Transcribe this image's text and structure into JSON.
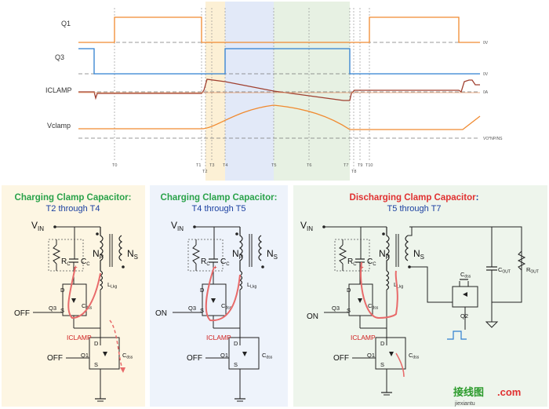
{
  "timing": {
    "signals": [
      "Q1",
      "Q3",
      "ICLAMP",
      "Vclamp"
    ],
    "right_labels": [
      "0V",
      "0V",
      "0A",
      "VO*NP/NS"
    ],
    "time_markers": [
      "T0",
      "T1",
      "T2",
      "T3",
      "T4",
      "T5",
      "T6",
      "T7",
      "T8",
      "T9",
      "T10"
    ]
  },
  "panels": [
    {
      "title": "Charging Clamp Capacitor",
      "title_suffix": ":",
      "subtitle": "T2 through T4",
      "q3_state": "OFF",
      "q1_state": "OFF",
      "title_color": "#2aa24a",
      "background": "#fdf6e3"
    },
    {
      "title": "Charging Clamp Capacitor",
      "title_suffix": ":",
      "subtitle": "T4 through T5",
      "q3_state": "ON",
      "q1_state": "OFF",
      "title_color": "#2aa24a",
      "background": "#eef3fb"
    },
    {
      "title": "Discharging Clamp Capacitor",
      "title_suffix": ":",
      "subtitle": "T5 through T7",
      "q3_state": "ON",
      "q1_state": "OFF",
      "title_color": "#e03030",
      "background": "#eef5ec"
    }
  ],
  "circuit_labels": {
    "vin": "V",
    "vin_sub": "IN",
    "np": "N",
    "np_sub": "P",
    "ns": "N",
    "ns_sub": "S",
    "rc": "R",
    "rc_sub": "C",
    "cc": "C",
    "cc_sub": "C",
    "llkg": "L",
    "llkg_sub": "Lkg",
    "cdss": "C",
    "cdss_sub": "dss",
    "q3": "Q3",
    "q1": "Q1",
    "q2": "Q2",
    "d": "D",
    "s": "S",
    "iclamp": "ICLAMP",
    "cout": "C",
    "cout_sub": "OUT",
    "rout": "R",
    "rout_sub": "OUT"
  },
  "watermark": {
    "main": "接线图",
    "suffix": ".com",
    "url": "jiexiantu"
  }
}
